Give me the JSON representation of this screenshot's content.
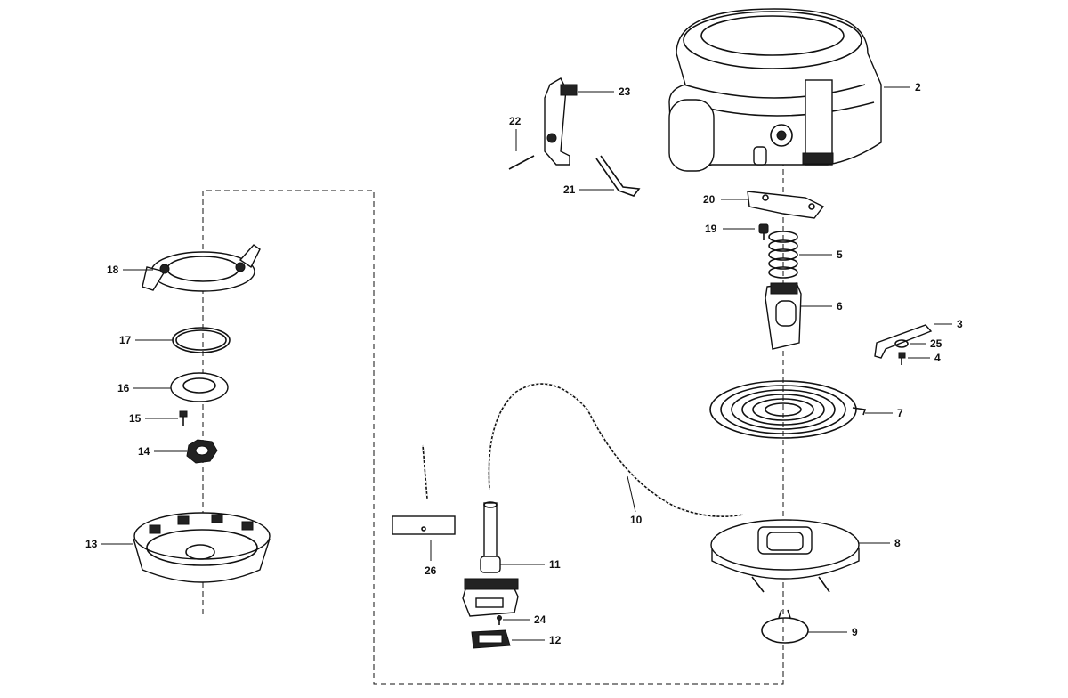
{
  "parts": [
    {
      "id": "p2",
      "label": "2"
    },
    {
      "id": "p3",
      "label": "3"
    },
    {
      "id": "p4",
      "label": "4"
    },
    {
      "id": "p5",
      "label": "5"
    },
    {
      "id": "p6",
      "label": "6"
    },
    {
      "id": "p7",
      "label": "7"
    },
    {
      "id": "p8",
      "label": "8"
    },
    {
      "id": "p9",
      "label": "9"
    },
    {
      "id": "p10",
      "label": "10"
    },
    {
      "id": "p11",
      "label": "11"
    },
    {
      "id": "p12",
      "label": "12"
    },
    {
      "id": "p13",
      "label": "13"
    },
    {
      "id": "p14",
      "label": "14"
    },
    {
      "id": "p15",
      "label": "15"
    },
    {
      "id": "p16",
      "label": "16"
    },
    {
      "id": "p17",
      "label": "17"
    },
    {
      "id": "p18",
      "label": "18"
    },
    {
      "id": "p19",
      "label": "19"
    },
    {
      "id": "p20",
      "label": "20"
    },
    {
      "id": "p21",
      "label": "21"
    },
    {
      "id": "p22",
      "label": "22"
    },
    {
      "id": "p23",
      "label": "23"
    },
    {
      "id": "p24",
      "label": "24"
    },
    {
      "id": "p25",
      "label": "25"
    },
    {
      "id": "p26",
      "label": "26"
    }
  ]
}
